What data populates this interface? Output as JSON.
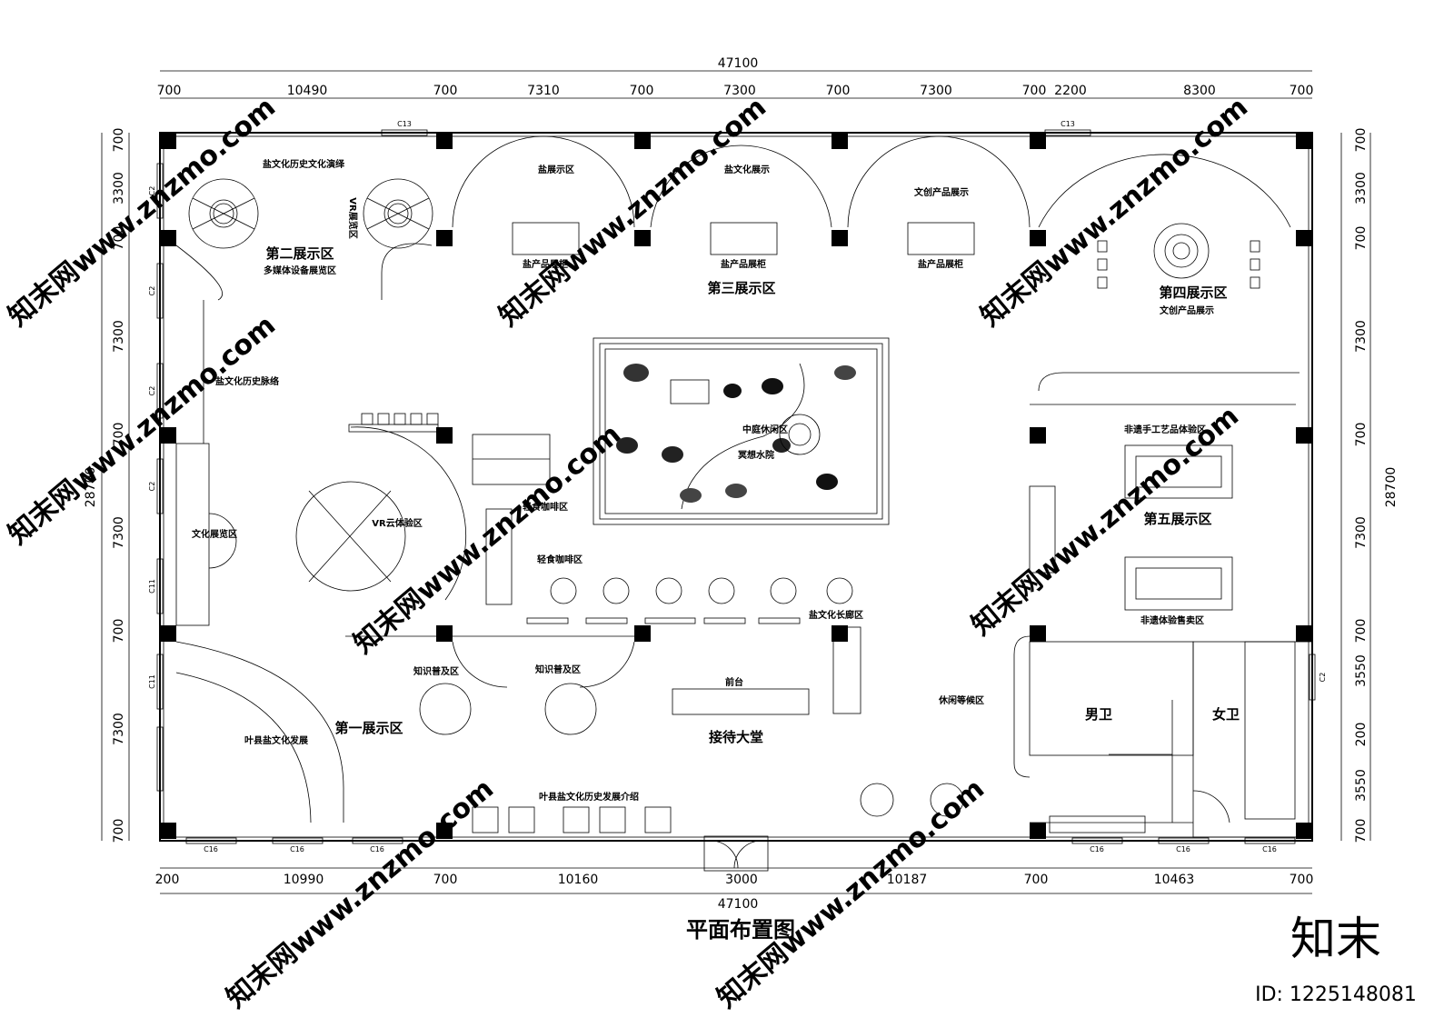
{
  "title": "平面布置图",
  "dimensions": {
    "total_top": "47100",
    "total_bottom": "47100",
    "top_segments": [
      "700",
      "10490",
      "700",
      "7310",
      "700",
      "7300",
      "700",
      "7300",
      "700",
      "2200",
      "8300",
      "700"
    ],
    "bottom_segments": [
      "200",
      "10990",
      "700",
      "10160",
      "3000",
      "10187",
      "700",
      "10463",
      "700"
    ],
    "left_segments": [
      "700",
      "3300",
      "700",
      "7300",
      "700",
      "7300",
      "700",
      "7300",
      "700"
    ],
    "right_segments": [
      "700",
      "3300",
      "700",
      "7300",
      "700",
      "7300",
      "700",
      "3550",
      "200",
      "3550",
      "700"
    ],
    "left_total": "28700",
    "right_total": "28700"
  },
  "zones": {
    "zone2_title": "第二展示区",
    "zone2_sub": "多媒体设备展览区",
    "salt_history_performance": "盐文化历史文化演绎",
    "vr_zone": "VR展览区",
    "salt_display": "盐展示区",
    "salt_culture_display": "盐文化展示",
    "creative_display": "文创产品展示",
    "salt_cabinet": "盐产品展柜",
    "zone3_title": "第三展示区",
    "zone4_title": "第四展示区",
    "zone4_sub": "文创产品展示",
    "salt_history_context": "盐文化历史脉络",
    "courtyard": "中庭休闲区",
    "meditation_garden": "冥想水院",
    "light_cafe": "轻食咖啡区",
    "vr_cloud": "VR云体验区",
    "culture_exhibit": "文化展览区",
    "heritage_craft": "非遗手工艺品体验区",
    "zone5_title": "第五展示区",
    "heritage_sales": "非遗体验售卖区",
    "salt_gallery": "盐文化长廊区",
    "knowledge": "知识普及区",
    "reception_desk": "前台",
    "waiting": "休闲等候区",
    "male_wc": "男卫",
    "female_wc": "女卫",
    "zone1_title": "第一展示区",
    "lobby": "接待大堂",
    "yexian_development": "叶县盐文化发展",
    "yexian_history_intro": "叶县盐文化历史发展介绍"
  },
  "windows": {
    "c13": "C13",
    "c2": "C2",
    "c11": "C11",
    "c16": "C16"
  },
  "watermark": {
    "text": "知末网www.znzmo.com",
    "logo": "知末",
    "id": "ID: 1225148081"
  }
}
